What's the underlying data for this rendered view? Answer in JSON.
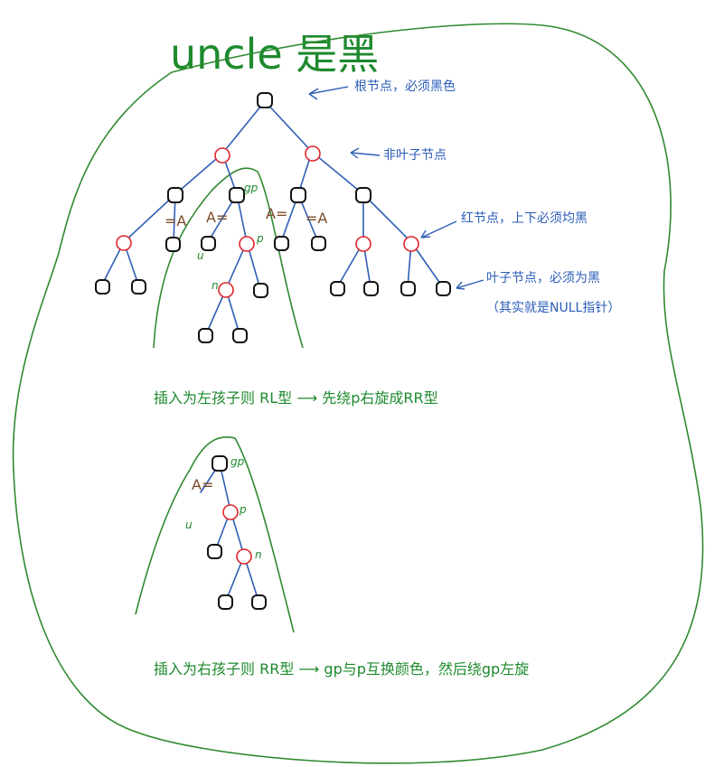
{
  "title": "uncle 是黑",
  "annotations": {
    "root": "根节点，必须黑色",
    "internal": "非叶子节点",
    "red": "红节点，上下必须均黑",
    "leaf_line1": "叶子节点，必须为黑",
    "leaf_line2": "（其实就是NULL指针）"
  },
  "marks": {
    "A": "A",
    "A_cross1": "=A",
    "A_cross2": "A=",
    "A_cross3": "=A",
    "gp": "gp",
    "p": "p",
    "n": "n",
    "u": "u"
  },
  "captions": {
    "rl": "插入为左孩子则 RL型 ⟶ 先绕p右旋成RR型",
    "rr": "插入为右孩子则 RR型 ⟶ gp与p互换颜色，然后绕gp左旋"
  }
}
